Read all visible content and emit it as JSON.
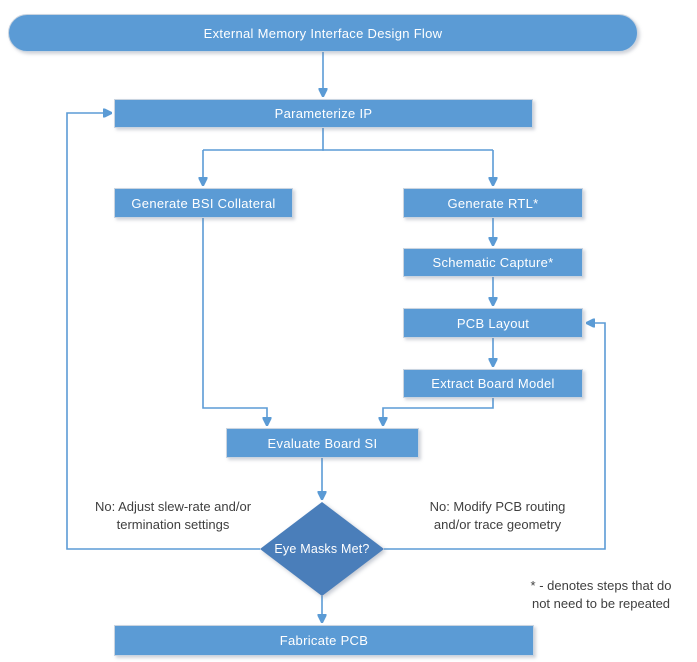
{
  "title": "External Memory Interface Design Flow",
  "colors": {
    "background": "#ffffff",
    "node_fill": "#5b9bd5",
    "node_border": "#c9d4e0",
    "decision_fill": "#4a7eba",
    "connector": "#5b9bd5",
    "node_text": "#ffffff",
    "label_text": "#3f3f3f"
  },
  "nodes": {
    "start": {
      "label": "External Memory Interface Design Flow",
      "shape": "stadium"
    },
    "parameterize_ip": {
      "label": "Parameterize IP",
      "shape": "rect"
    },
    "generate_bsi_collateral": {
      "label": "Generate BSI Collateral",
      "shape": "rect"
    },
    "generate_rtl": {
      "label": "Generate RTL*",
      "shape": "rect"
    },
    "schematic_capture": {
      "label": "Schematic Capture*",
      "shape": "rect"
    },
    "pcb_layout": {
      "label": "PCB Layout",
      "shape": "rect"
    },
    "extract_board_model": {
      "label": "Extract Board Model",
      "shape": "rect"
    },
    "evaluate_board_si": {
      "label": "Evaluate Board SI",
      "shape": "rect"
    },
    "eye_masks_met": {
      "label": "Eye Masks Met?",
      "shape": "decision"
    },
    "fabricate_pcb": {
      "label": "Fabricate PCB",
      "shape": "rect"
    }
  },
  "annotations": {
    "no_left": {
      "line1": "No: Adjust slew-rate and/or",
      "line2": "termination settings"
    },
    "no_right": {
      "line1": "No: Modify PCB routing",
      "line2": "and/or trace geometry"
    },
    "footnote": {
      "line1": "* - denotes steps that do",
      "line2": "not need to be repeated"
    }
  }
}
